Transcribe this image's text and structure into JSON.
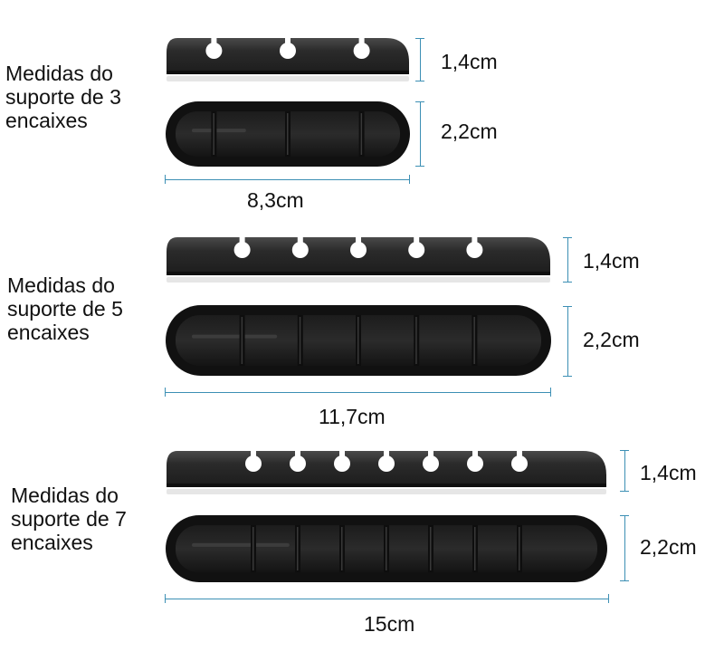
{
  "colors": {
    "product_dark": "#1c1c1c",
    "product_mid": "#2b2b2b",
    "product_highlight": "#4a4a4a",
    "dimension_line": "#3c8fb4",
    "base_pad": "#e6e6e6"
  },
  "groups": [
    {
      "label_lines": [
        "Medidas do",
        "suporte de 3",
        "encaixes"
      ],
      "slots": 3,
      "height_label": "1,4cm",
      "width_label": "2,2cm",
      "length_label": "8,3cm"
    },
    {
      "label_lines": [
        "Medidas do",
        "suporte de 5",
        "encaixes"
      ],
      "slots": 5,
      "height_label": "1,4cm",
      "width_label": "2,2cm",
      "length_label": "11,7cm"
    },
    {
      "label_lines": [
        "Medidas do",
        "suporte de 7",
        "encaixes"
      ],
      "slots": 7,
      "height_label": "1,4cm",
      "width_label": "2,2cm",
      "length_label": "15cm"
    }
  ]
}
